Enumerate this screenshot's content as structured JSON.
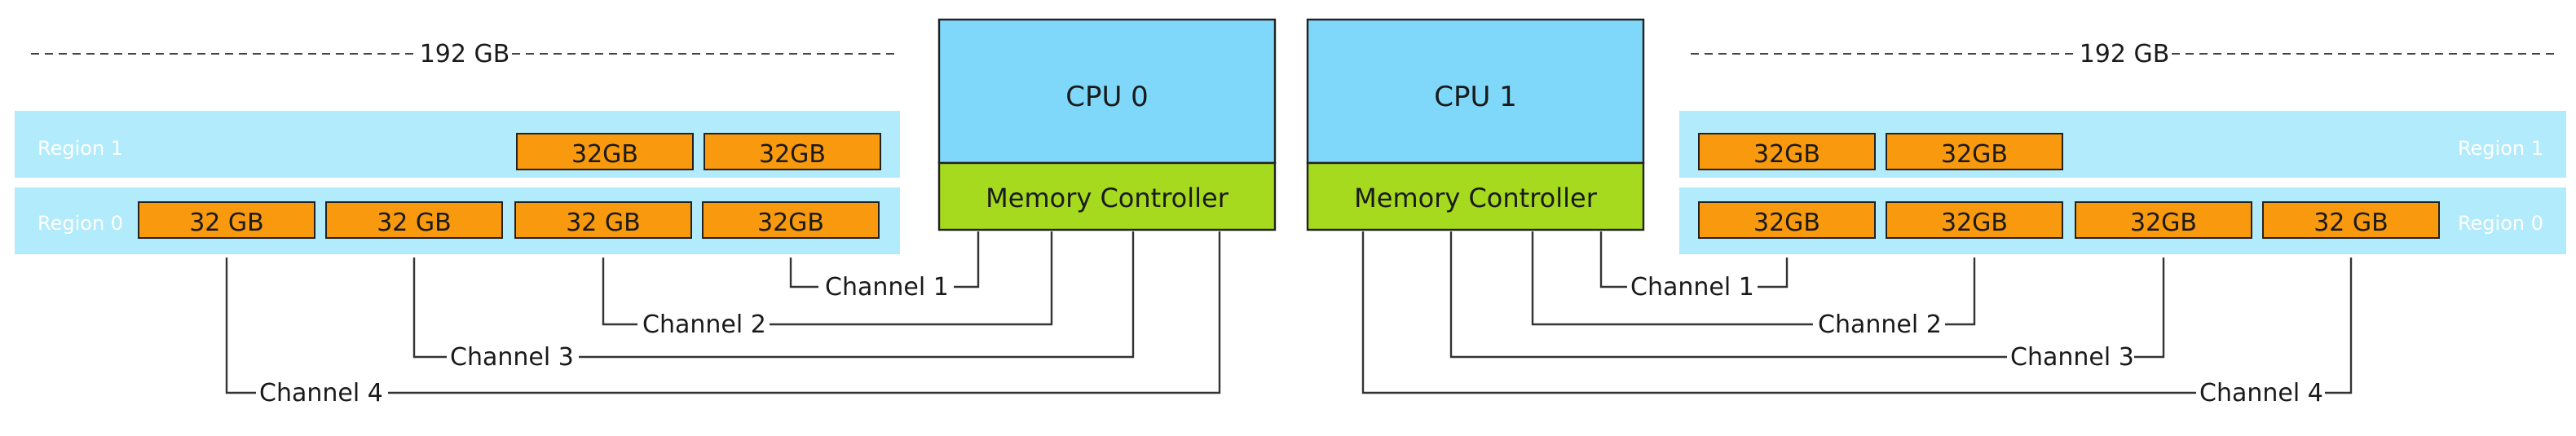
{
  "colors": {
    "region_bg": "#b2ebfb",
    "dimm_fill": "#f8990e",
    "dimm_stroke": "#222222",
    "cpu_fill": "#7fd8fa",
    "memory_controller_fill": "#a6da1e",
    "wire": "#333333"
  },
  "left": {
    "total_size": "192 GB",
    "regions": {
      "r1": "Region 1",
      "r0": "Region 0"
    },
    "region1_dimms": [
      "32GB",
      "32GB"
    ],
    "region0_dimms": [
      "32 GB",
      "32 GB",
      "32 GB",
      "32GB"
    ],
    "cpu": {
      "name": "CPU 0",
      "controller": "Memory Controller"
    },
    "channels": [
      "Channel 1",
      "Channel 2",
      "Channel 3",
      "Channel 4"
    ]
  },
  "right": {
    "total_size": "192 GB",
    "regions": {
      "r1": "Region 1",
      "r0": "Region 0"
    },
    "region1_dimms": [
      "32GB",
      "32GB"
    ],
    "region0_dimms": [
      "32GB",
      "32GB",
      "32GB",
      "32 GB"
    ],
    "cpu": {
      "name": "CPU 1",
      "controller": "Memory Controller"
    },
    "channels": [
      "Channel 1",
      "Channel 2",
      "Channel 3",
      "Channel 4"
    ]
  }
}
